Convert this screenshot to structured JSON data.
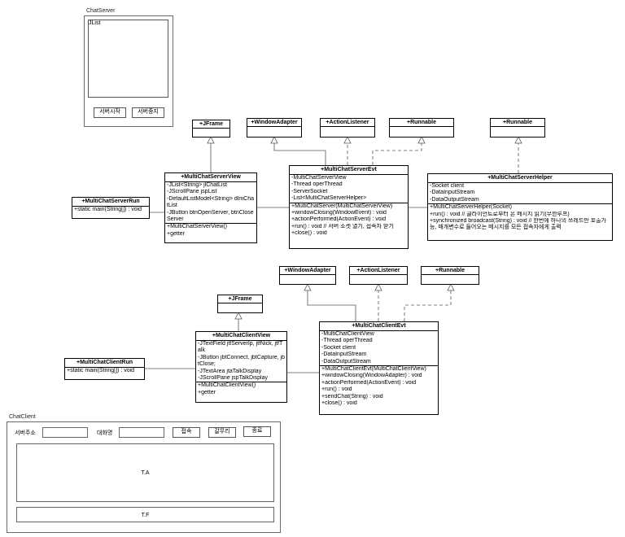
{
  "chat_server": {
    "frame_title": "ChatServer",
    "list_label": "JList",
    "start_button": "서버시작",
    "stop_button": "서버중지"
  },
  "chat_client": {
    "frame_title": "ChatClient",
    "server_address_label": "서버주소",
    "nickname_label": "대화명",
    "connect_button": "접속",
    "capture_button": "갈무리",
    "close_button": "종료",
    "text_area_label": "T.A",
    "text_field_label": "T.F"
  },
  "interfaces": {
    "jframe_1": "+JFrame",
    "window_adapter_1": "+WindowAdapter",
    "action_listener_1": "+ActionListener",
    "runnable_1": "+Runnable",
    "runnable_2": "+Runnable",
    "window_adapter_2": "+WindowAdapter",
    "action_listener_2": "+ActionListener",
    "runnable_3": "+Runnable",
    "jframe_2": "+JFrame"
  },
  "classes": {
    "server_run": {
      "name": "+MultiChatServerRun",
      "methods": [
        "+static main(String[]) : void"
      ]
    },
    "server_view": {
      "name": "+MultiChatServerView",
      "attributes": [
        "-JList<String> jlChatList",
        "-JScrollPane jspList",
        "-DefaultListModel<String> dlmChatList",
        "-JButton btnOpenServer, btnCloseServer"
      ],
      "methods": [
        "+MultiChatServerView()",
        "+getter"
      ]
    },
    "server_evt": {
      "name": "+MultiChatServerEvt",
      "attributes": [
        "-MultiChatServerView",
        "-Thread operThread",
        "-ServerSocket",
        "-List<MultiChatServerHelper>"
      ],
      "methods": [
        "+MultiChatServer(MultiChatServerView)",
        "+windowClosing(WindowEvent) : void",
        "+actionPerformed(ActionEvent) : void",
        "+run() : void // 서버 소켓 열기, 접속자 받기",
        "+close() : void"
      ]
    },
    "server_helper": {
      "name": "+MultiChatServerHelper",
      "attributes": [
        "-Socket client",
        "-DataInputStream",
        "-DataOutputStream"
      ],
      "methods": [
        "+MultiChatServerHelper(Socket)",
        "+run() : void // 클라이언트로부터 온 메시지 읽기(무한루프)",
        "+synchronized broadcast(String) : void // 한번에 하나의 쓰레드만 호출가능, 매개변수로 들어오는 메시지를 모든 접속자에게 출력"
      ]
    },
    "client_run": {
      "name": "+MultiChatClientRun",
      "methods": [
        "+static main(String[]) : void"
      ]
    },
    "client_view": {
      "name": "+MultiChatClientView",
      "attributes": [
        "-JTextField jtfServerIp, jtfNick, jtfTalk",
        "-JButton jbtConnect, jbtCapture, jbtClose;",
        "-JTextArea jtaTalkDisplay",
        "-JScrollPane jspTalkDisplay"
      ],
      "methods": [
        "+MultiChatClientView()",
        "+getter"
      ]
    },
    "client_evt": {
      "name": "+MultiChatClientEvt",
      "attributes": [
        "-MultiChatClientView",
        "-Thread operThread",
        "-Socket client",
        "-DataInputStream",
        "-DataOutputStream"
      ],
      "methods": [
        "+MultiChatClientEvt(MultiChatClientView)",
        "+windowClosing(WindowAdapter) : void",
        "+actionPerformed(ActionEvent) : void",
        "+run() : void",
        "+sendChat(String) : void",
        "+close() : void"
      ]
    }
  }
}
